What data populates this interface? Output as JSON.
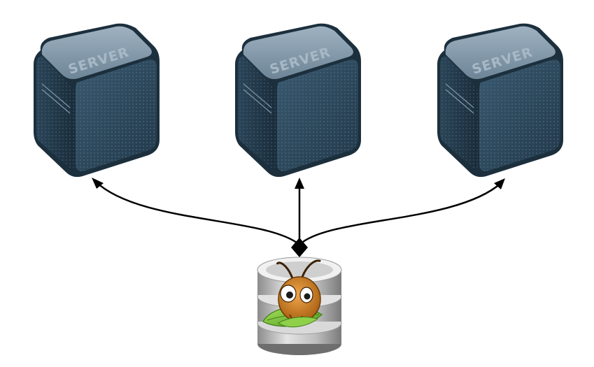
{
  "servers": [
    {
      "label": "SERVER"
    },
    {
      "label": "SERVER"
    },
    {
      "label": "SERVER"
    }
  ],
  "colors": {
    "server_body": "#2f4a5e",
    "server_top": "#8fa3b3",
    "server_side": "#1f3343",
    "connector": "#000000",
    "db_silver": "#b9b9b9",
    "ant_orange": "#c8761e",
    "leaf_green": "#7cc33a"
  },
  "icons": {
    "server": "server-icon",
    "database": "database-ant-icon"
  }
}
